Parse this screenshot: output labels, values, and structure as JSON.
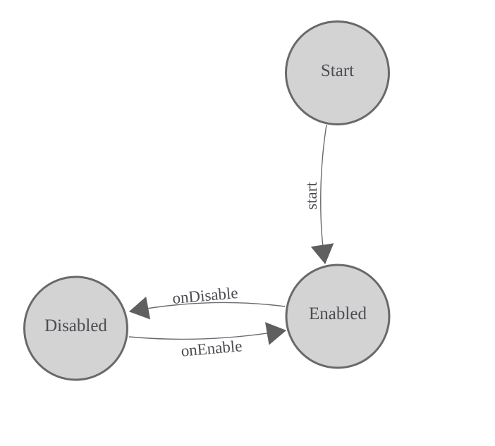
{
  "diagram": {
    "type": "state-machine",
    "nodes": [
      {
        "id": "start",
        "label": "Start"
      },
      {
        "id": "enabled",
        "label": "Enabled"
      },
      {
        "id": "disabled",
        "label": "Disabled"
      }
    ],
    "edges": [
      {
        "from": "Start",
        "to": "Enabled",
        "label": "start"
      },
      {
        "from": "Enabled",
        "to": "Disabled",
        "label": "onDisable"
      },
      {
        "from": "Disabled",
        "to": "Enabled",
        "label": "onEnable"
      }
    ],
    "colors": {
      "background": "#ffffff",
      "node_fill": "#d3d3d3",
      "node_stroke": "#696969",
      "edge_stroke": "#6b6b6b",
      "arrow_fill": "#5f5f5f",
      "label_text": "#4b4d52"
    }
  }
}
